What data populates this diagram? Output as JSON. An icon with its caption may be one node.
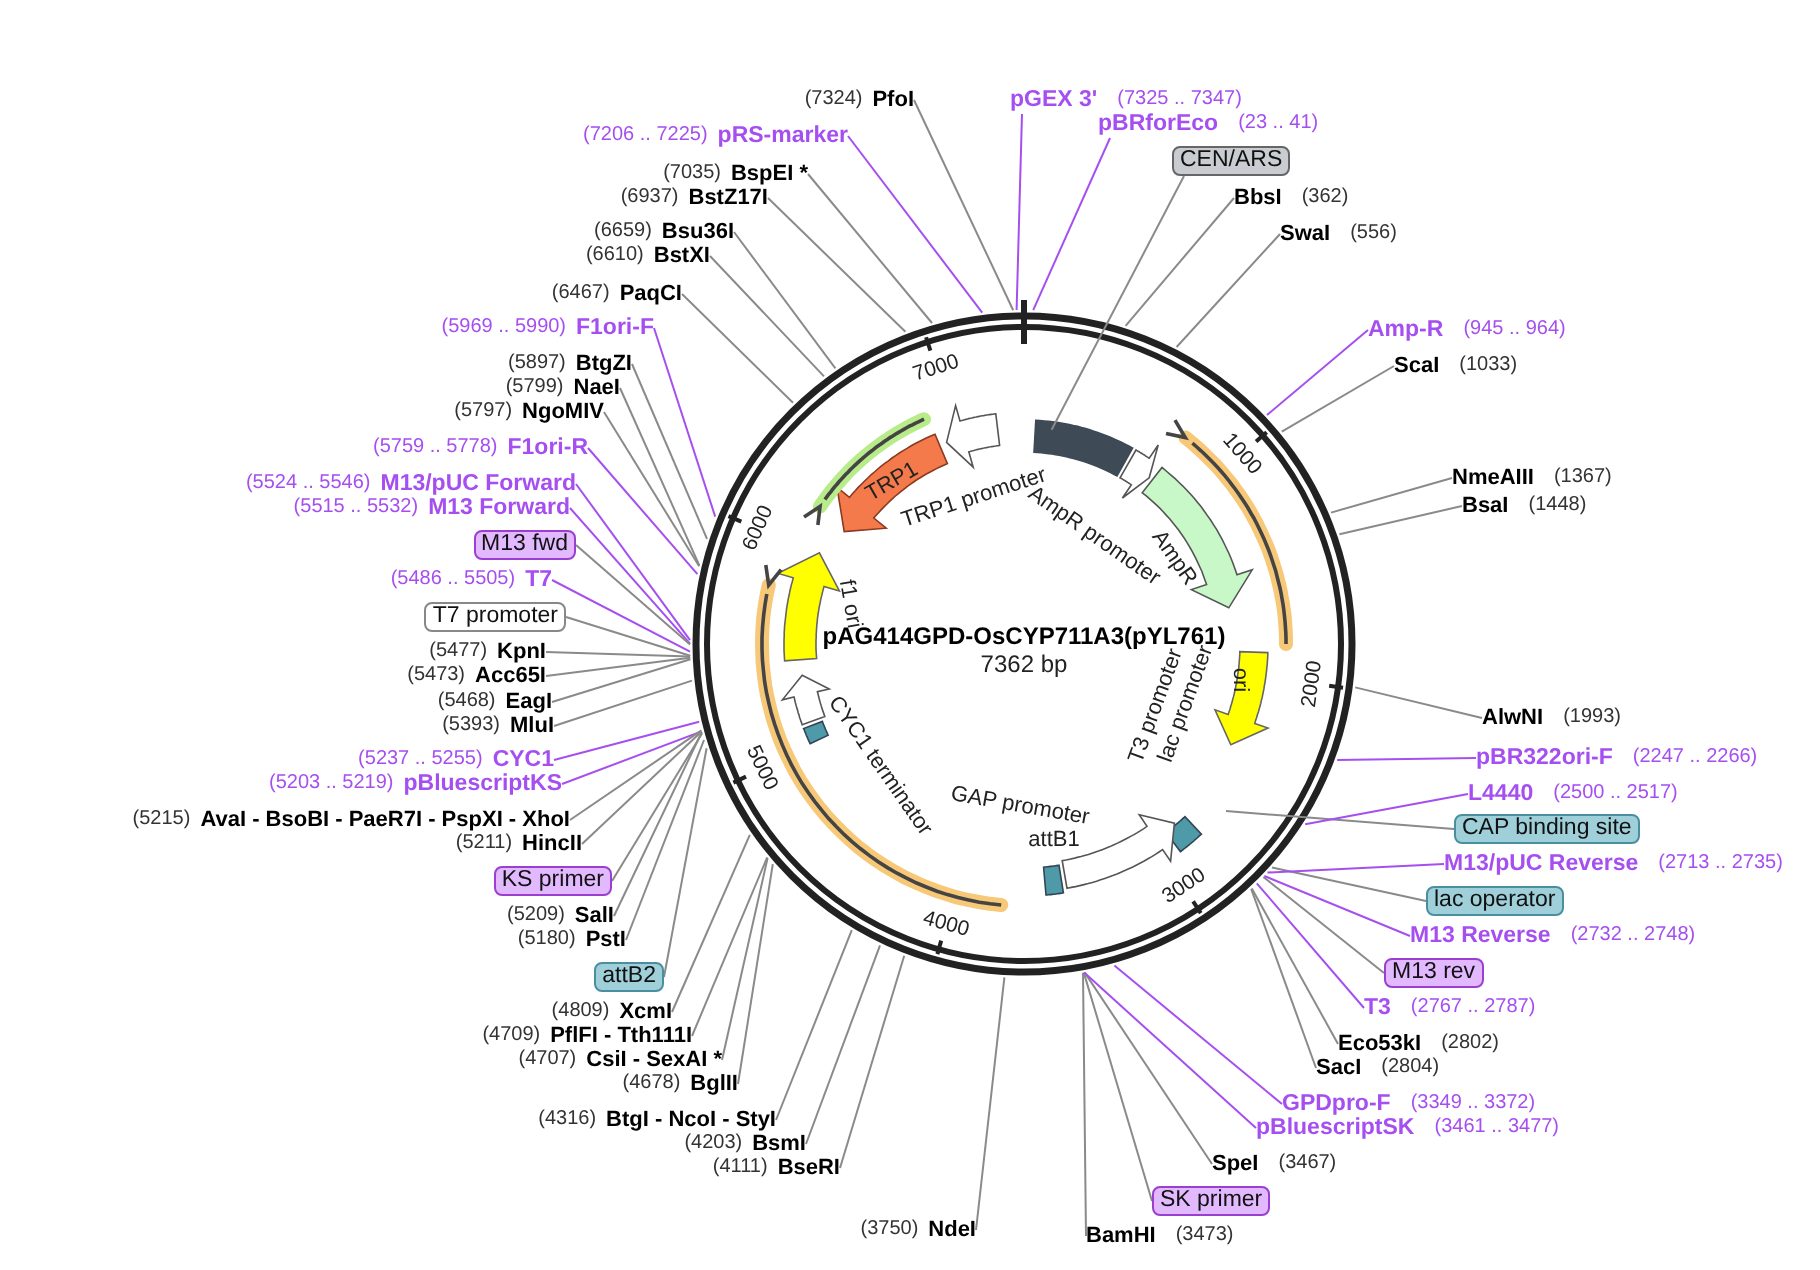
{
  "diagram": {
    "title": "pAG414GPD-OsCYP711A3(pYL761)",
    "nodes": [
      {
        "text": [
          "(7324)",
          "PfoI"
        ]
      },
      {
        "text": [
          "(7206 .. 7225)",
          "pRS-marker"
        ]
      },
      {
        "text": [
          "(7035)",
          "BspEI *"
        ]
      },
      {
        "text": [
          "(6937)",
          "BstZ17I"
        ]
      },
      {
        "text": [
          "(6659)",
          "Bsu36I"
        ]
      },
      {
        "text": [
          "(6610)",
          "BstXI"
        ]
      },
      {
        "text": [
          "(6467)",
          "PaqCI"
        ]
      },
      {
        "text": [
          "(5969 .. 5990)",
          "F1ori-F"
        ]
      },
      {
        "text": [
          "(5897)",
          "BtgZI"
        ]
      },
      {
        "text": [
          "(5799)",
          "NaeI"
        ]
      },
      {
        "text": [
          "(5797)",
          "NgoMIV"
        ]
      },
      {
        "text": [
          "(5759 .. 5778)",
          "F1ori-R"
        ]
      },
      {
        "text": [
          "(5524 .. 5546)",
          "M13/pUC Forward"
        ]
      },
      {
        "text": [
          "(5515 .. 5532)",
          "M13 Forward"
        ]
      },
      {
        "text": [
          "M13 fwd"
        ]
      },
      {
        "text": [
          "(5486 .. 5505)",
          "T7"
        ]
      },
      {
        "text": [
          "T7 promoter"
        ]
      },
      {
        "text": [
          "(5477)",
          "KpnI"
        ]
      },
      {
        "text": [
          "(5473)",
          "Acc65I"
        ]
      },
      {
        "text": [
          "(5468)",
          "EagI"
        ]
      },
      {
        "text": [
          "(5393)",
          "MluI"
        ]
      },
      {
        "text": [
          "(5237 .. 5255)",
          "CYC1"
        ]
      },
      {
        "text": [
          "(5203 .. 5219)",
          "pBluescriptKS"
        ]
      },
      {
        "text": [
          "(5215)",
          "AvaI - BsoBI - PaeR7I - PspXI - XhoI"
        ]
      },
      {
        "text": [
          "(5211)",
          "HincII"
        ]
      },
      {
        "text": [
          "KS primer"
        ]
      },
      {
        "text": [
          "(5209)",
          "SalI"
        ]
      },
      {
        "text": [
          "(5180)",
          "PstI"
        ]
      },
      {
        "text": [
          "attB2"
        ]
      },
      {
        "text": [
          "(4809)",
          "XcmI"
        ]
      },
      {
        "text": [
          "(4709)",
          "PflFI - Tth111I"
        ]
      },
      {
        "text": [
          "(4707)",
          "CsiI - SexAI *"
        ]
      },
      {
        "text": [
          "(4678)",
          "BglII"
        ]
      },
      {
        "text": [
          "(4316)",
          "BtgI - NcoI - StyI"
        ]
      },
      {
        "text": [
          "(4203)",
          "BsmI"
        ]
      },
      {
        "text": [
          "(4111)",
          "BseRI"
        ]
      },
      {
        "text": [
          "(3750)",
          "NdeI"
        ]
      },
      {
        "text": [
          "BamHI",
          "(3473)"
        ]
      },
      {
        "text": [
          "SK primer"
        ]
      },
      {
        "text": [
          "SpeI",
          "(3467)"
        ]
      },
      {
        "text": [
          "pBluescriptSK",
          "(3461 .. 3477)"
        ]
      },
      {
        "text": [
          "GPDpro-F",
          "(3349 .. 3372)"
        ]
      },
      {
        "text": [
          "SacI",
          "(2804)"
        ]
      },
      {
        "text": [
          "Eco53kI",
          "(2802)"
        ]
      },
      {
        "text": [
          "T3",
          "(2767 .. 2787)"
        ]
      },
      {
        "text": [
          "M13 rev"
        ]
      },
      {
        "text": [
          "M13 Reverse",
          "(2732 .. 2748)"
        ]
      },
      {
        "text": [
          "lac operator"
        ]
      },
      {
        "text": [
          "M13/pUC Reverse",
          "(2713 .. 2735)"
        ]
      },
      {
        "text": [
          "CAP binding site"
        ]
      },
      {
        "text": [
          "L4440",
          "(2500 .. 2517)"
        ]
      },
      {
        "text": [
          "pBR322ori-F",
          "(2247 .. 2266)"
        ]
      },
      {
        "text": [
          "AlwNI",
          "(1993)"
        ]
      },
      {
        "text": [
          "BsaI",
          "(1448)"
        ]
      },
      {
        "text": [
          "NmeAIII",
          "(1367)"
        ]
      },
      {
        "text": [
          "ScaI",
          "(1033)"
        ]
      },
      {
        "text": [
          "Amp-R",
          "(945 .. 964)"
        ]
      },
      {
        "text": [
          "SwaI",
          "(556)"
        ]
      },
      {
        "text": [
          "BbsI",
          "(362)"
        ]
      },
      {
        "text": [
          "CEN/ARS"
        ]
      },
      {
        "text": [
          "pBRforEco",
          "(23 .. 41)"
        ]
      },
      {
        "text": [
          "pGEX 3'",
          "(7325 .. 7347)"
        ]
      }
    ],
    "edges": [
      {
        "from": 0,
        "to": null,
        "arrow": "none"
      },
      {
        "from": 1,
        "to": null,
        "arrow": "none",
        "color": "#a64ff0"
      },
      {
        "from": 2,
        "to": null,
        "arrow": "none"
      },
      {
        "from": 3,
        "to": null,
        "arrow": "none"
      },
      {
        "from": 4,
        "to": null,
        "arrow": "none"
      },
      {
        "from": 5,
        "to": null,
        "arrow": "none"
      },
      {
        "from": 6,
        "to": null,
        "arrow": "none"
      },
      {
        "from": 7,
        "to": null,
        "arrow": "none",
        "color": "#a64ff0"
      },
      {
        "from": 8,
        "to": null,
        "arrow": "none"
      },
      {
        "from": 9,
        "to": null,
        "arrow": "none"
      },
      {
        "from": 10,
        "to": null,
        "arrow": "none"
      },
      {
        "from": 11,
        "to": null,
        "arrow": "none",
        "color": "#a64ff0"
      },
      {
        "from": 12,
        "to": null,
        "arrow": "none",
        "color": "#a64ff0"
      },
      {
        "from": 13,
        "to": null,
        "arrow": "none",
        "color": "#a64ff0"
      },
      {
        "from": 14,
        "to": null,
        "arrow": "none"
      },
      {
        "from": 15,
        "to": null,
        "arrow": "none",
        "color": "#a64ff0"
      },
      {
        "from": 16,
        "to": null,
        "arrow": "none"
      },
      {
        "from": 17,
        "to": null,
        "arrow": "none"
      },
      {
        "from": 18,
        "to": null,
        "arrow": "none"
      },
      {
        "from": 19,
        "to": null,
        "arrow": "none"
      },
      {
        "from": 20,
        "to": null,
        "arrow": "none"
      },
      {
        "from": 21,
        "to": null,
        "arrow": "none",
        "color": "#a64ff0"
      },
      {
        "from": 22,
        "to": null,
        "arrow": "none",
        "color": "#a64ff0"
      },
      {
        "from": 23,
        "to": null,
        "arrow": "none"
      },
      {
        "from": 24,
        "to": null,
        "arrow": "none"
      },
      {
        "from": 25,
        "to": null,
        "arrow": "none"
      },
      {
        "from": 26,
        "to": null,
        "arrow": "none"
      },
      {
        "from": 27,
        "to": null,
        "arrow": "none"
      },
      {
        "from": 28,
        "to": null,
        "arrow": "none"
      },
      {
        "from": 29,
        "to": null,
        "arrow": "none"
      },
      {
        "from": 30,
        "to": null,
        "arrow": "none"
      },
      {
        "from": 31,
        "to": null,
        "arrow": "none"
      },
      {
        "from": 32,
        "to": null,
        "arrow": "none"
      },
      {
        "from": 33,
        "to": null,
        "arrow": "none"
      },
      {
        "from": 34,
        "to": null,
        "arrow": "none"
      },
      {
        "from": 35,
        "to": null,
        "arrow": "none"
      },
      {
        "from": 36,
        "to": null,
        "arrow": "none"
      },
      {
        "from": 37,
        "to": null,
        "arrow": "none"
      },
      {
        "from": 38,
        "to": null,
        "arrow": "none"
      },
      {
        "from": 39,
        "to": null,
        "arrow": "none"
      },
      {
        "from": 40,
        "to": null,
        "arrow": "none",
        "color": "#a64ff0"
      },
      {
        "from": 41,
        "to": null,
        "arrow": "none",
        "color": "#a64ff0"
      },
      {
        "from": 42,
        "to": null,
        "arrow": "none"
      },
      {
        "from": 43,
        "to": null,
        "arrow": "none"
      },
      {
        "from": 44,
        "to": null,
        "arrow": "none",
        "color": "#a64ff0"
      },
      {
        "from": 45,
        "to": null,
        "arrow": "none"
      },
      {
        "from": 46,
        "to": null,
        "arrow": "none",
        "color": "#a64ff0"
      },
      {
        "from": 47,
        "to": null,
        "arrow": "none"
      },
      {
        "from": 48,
        "to": null,
        "arrow": "none",
        "color": "#a64ff0"
      },
      {
        "from": 49,
        "to": null,
        "arrow": "none"
      },
      {
        "from": 50,
        "to": null,
        "arrow": "none",
        "color": "#a64ff0"
      },
      {
        "from": 51,
        "to": null,
        "arrow": "none",
        "color": "#a64ff0"
      },
      {
        "from": 52,
        "to": null,
        "arrow": "none"
      },
      {
        "from": 53,
        "to": null,
        "arrow": "none"
      },
      {
        "from": 54,
        "to": null,
        "arrow": "none"
      },
      {
        "from": 55,
        "to": null,
        "arrow": "none"
      },
      {
        "from": 56,
        "to": null,
        "arrow": "none",
        "color": "#a64ff0"
      },
      {
        "from": 57,
        "to": null,
        "arrow": "none"
      },
      {
        "from": 58,
        "to": null,
        "arrow": "none"
      },
      {
        "from": 59,
        "to": null,
        "arrow": "none"
      },
      {
        "from": 60,
        "to": null,
        "arrow": "none",
        "color": "#a64ff0"
      },
      {
        "from": 61,
        "to": null,
        "arrow": "none",
        "color": "#a64ff0"
      }
    ],
    "labels": [
      "7000",
      "1000",
      "2000",
      "3000",
      "4000",
      "5000",
      "6000",
      "TRP1",
      "TRP1 promoter",
      "AmpR promoter",
      "AmpR",
      "f1 ori",
      "7362 bp",
      "ori",
      "CYC1 terminator",
      "T3 promoter",
      "lac promoter",
      "GAP promoter",
      "attB1"
    ]
  }
}
